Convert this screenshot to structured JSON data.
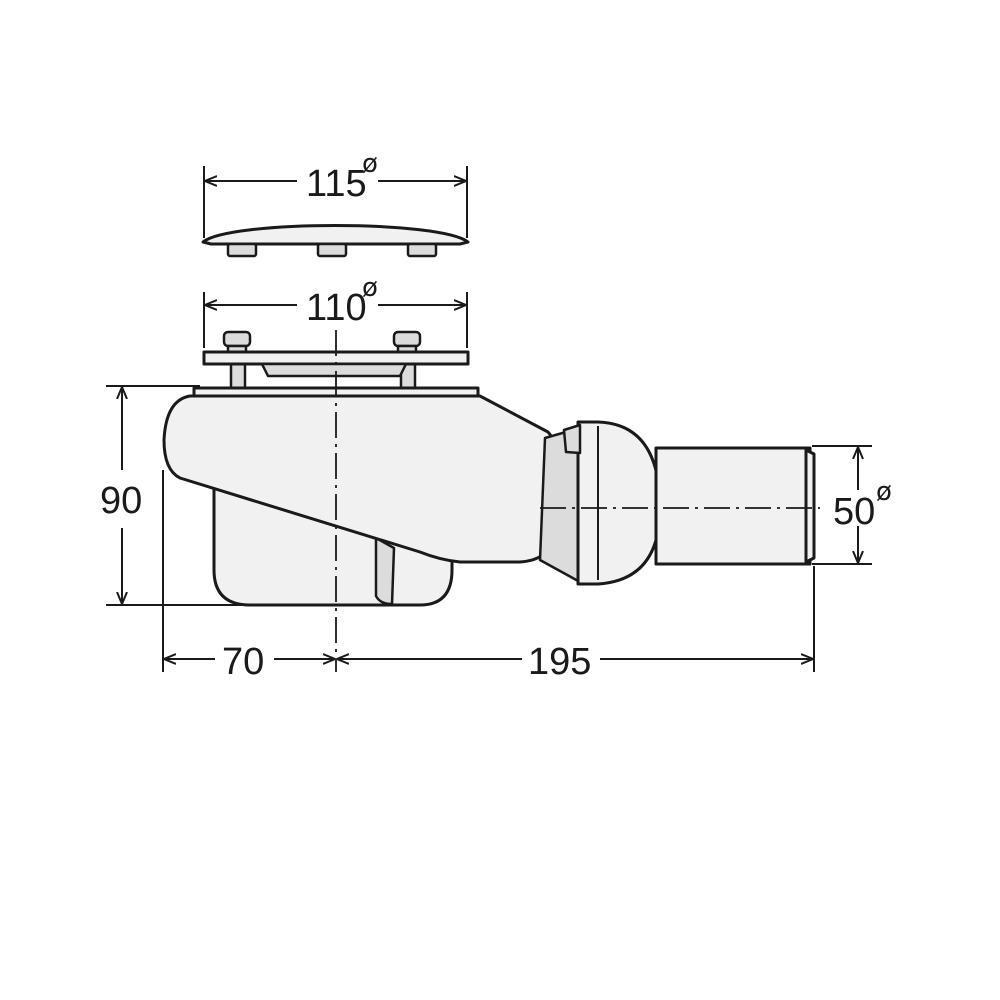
{
  "dimensions": {
    "cover_diameter": "115",
    "ring_diameter": "110",
    "height": "90",
    "offset": "70",
    "length": "195",
    "outlet_diameter": "50",
    "diameter_symbol": "ø"
  }
}
